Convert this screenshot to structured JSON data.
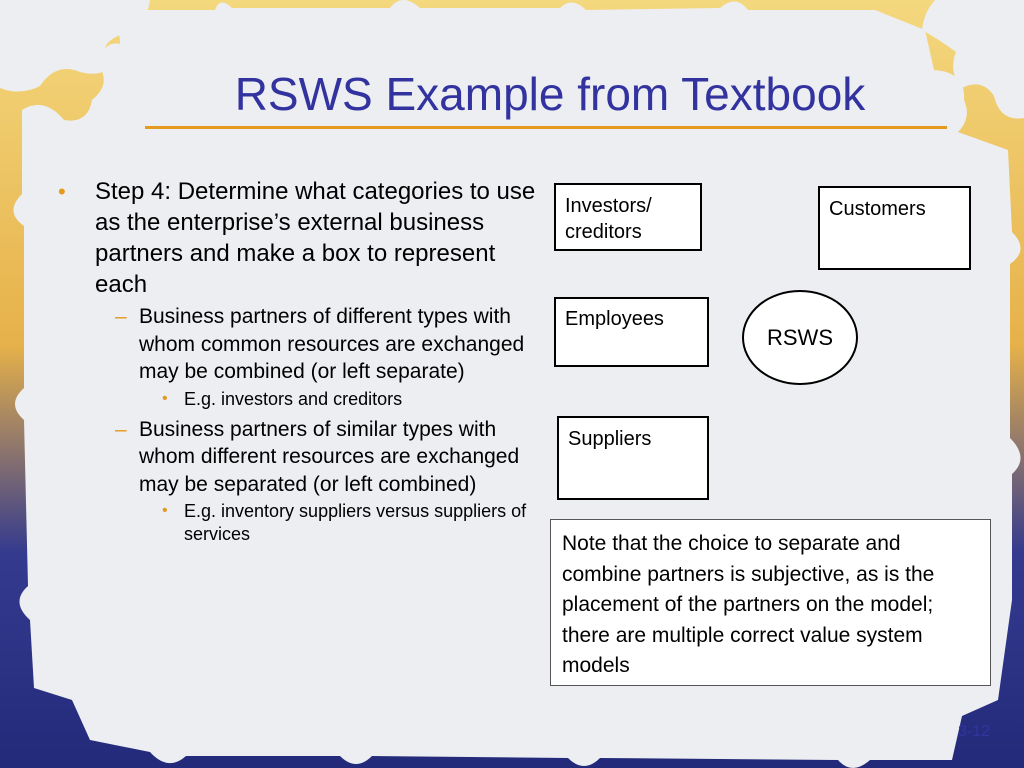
{
  "slide": {
    "title": "RSWS Example from Textbook",
    "page_number": "3-12"
  },
  "bullets": [
    {
      "text": "Step 4: Determine what categories to use as the enterprise’s external business partners and make a box to represent each",
      "children": [
        {
          "text": "Business partners of different types with whom common resources are exchanged may be combined (or left separate)",
          "children": [
            {
              "text": "E.g. investors and creditors"
            }
          ]
        },
        {
          "text": "Business partners of similar types with whom different resources are exchanged may be separated (or left combined)",
          "children": [
            {
              "text": "E.g. inventory suppliers versus suppliers of services"
            }
          ]
        }
      ]
    }
  ],
  "diagram": {
    "boxes": [
      {
        "label": "Investors/ creditors"
      },
      {
        "label": "Customers"
      },
      {
        "label": "Employees"
      },
      {
        "label": "Suppliers"
      }
    ],
    "center": {
      "label": "RSWS"
    },
    "note": "Note that the choice to separate and combine partners is subjective, as is the placement of the partners on the model; there are multiple correct value system models"
  },
  "colors": {
    "title": "#3333a0",
    "accent": "#e39a1d",
    "slide_panel": "#eceef2",
    "background_gradient": [
      "#f4d87e",
      "#e6b14a",
      "#343a8e",
      "#242a7a"
    ]
  },
  "icons": {
    "level1_marker": "bullet-dot",
    "level2_marker": "en-dash",
    "level3_marker": "bullet-dot"
  }
}
